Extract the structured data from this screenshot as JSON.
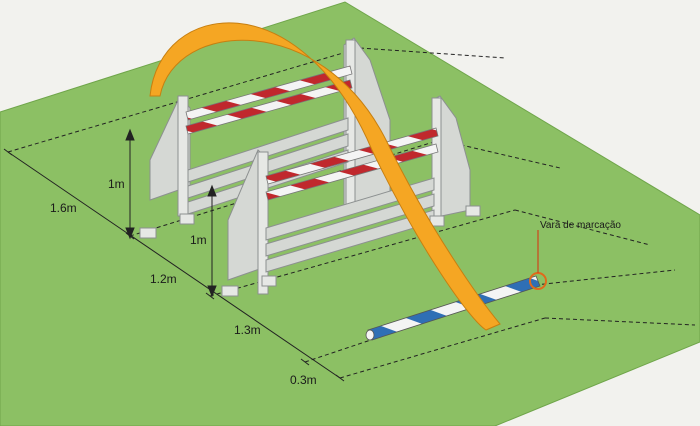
{
  "diagram": {
    "labels": {
      "dist_total": "1.6m",
      "dist_a": "1.2m",
      "dist_b": "1.3m",
      "dist_c": "0.3m",
      "height_back": "1m",
      "height_front": "1m",
      "marker": "Vara de marcação"
    },
    "colors": {
      "grass": "#8cc064",
      "grass_edge": "#6fa54a",
      "background": "#f2f2ee",
      "arc": "#f5a623",
      "arc_edge": "#c77f10",
      "rail_red": "#c0282d",
      "rail_white": "#f4f4f4",
      "rail_blue": "#2f6fb5",
      "plank": "#d5d8d4",
      "plank_edge": "#8c9090",
      "marker_circle": "#e06a1b",
      "marker_line": "#d0451b"
    }
  }
}
